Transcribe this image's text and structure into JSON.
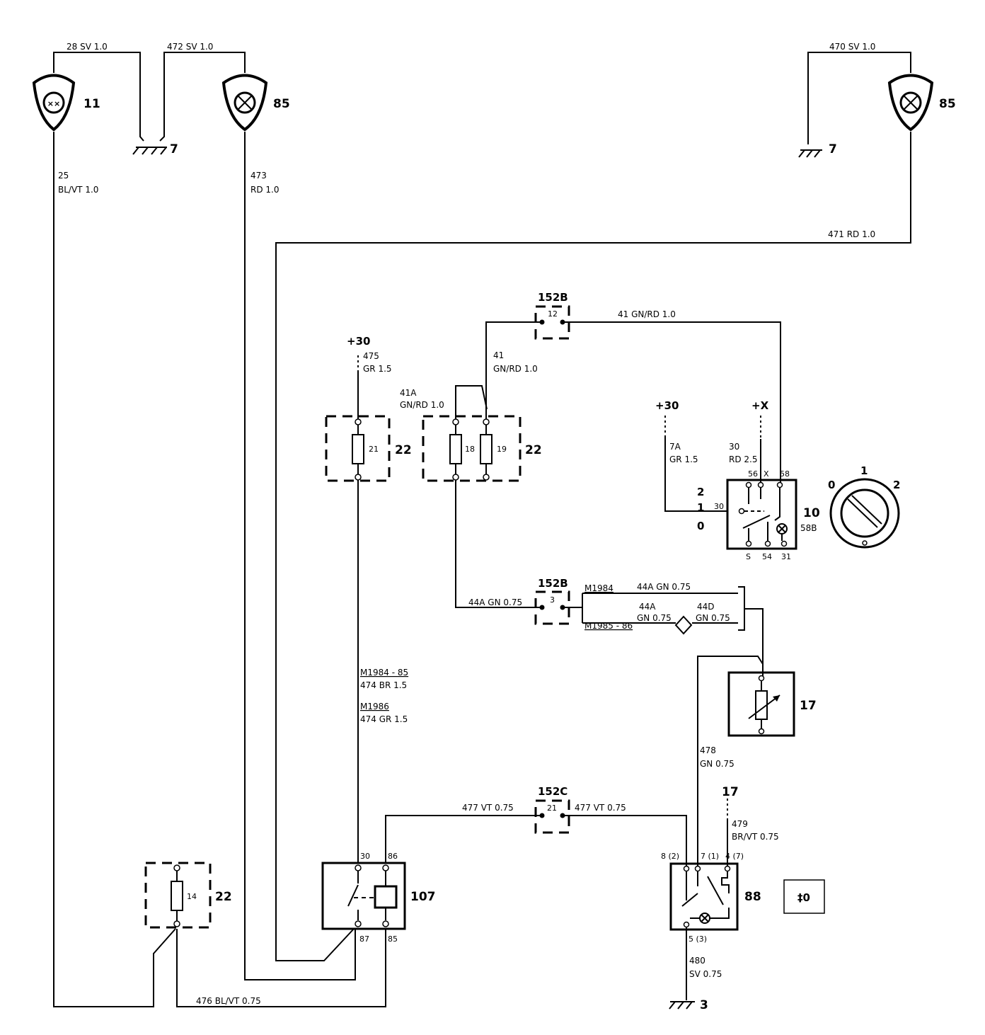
{
  "components": {
    "lamp_rear_fog": "11",
    "lamp_fog_left": "85",
    "lamp_fog_right": "85",
    "ground_left": "7",
    "ground_right": "7",
    "ground_bottom": "3",
    "fuse_box_21": "22",
    "fuse_box_18_19": "22",
    "fuse_box_14": "22",
    "relay": "107",
    "light_switch": "10",
    "light_switch_sub": "58B",
    "rheostat": "17",
    "rheostat_ref": "17",
    "fog_switch": "88",
    "connector_top": "152B",
    "connector_mid": "152B",
    "connector_bottom": "152C"
  },
  "fuses": {
    "f21": "21",
    "f18": "18",
    "f19": "19",
    "f14": "14"
  },
  "connector_pins": {
    "c12": "12",
    "c3": "3",
    "c21": "21"
  },
  "supply": {
    "p30_a": "+30",
    "p30_b": "+30",
    "px": "+X"
  },
  "wires": {
    "w28": "28  SV  1.0",
    "w472": "472  SV  1.0",
    "w470": "470  SV  1.0",
    "w25_a": "25",
    "w25_b": "BL/VT  1.0",
    "w473_a": "473",
    "w473_b": "RD  1.0",
    "w471": "471  RD  1.0",
    "w41_top": "41  GN/RD  1.0",
    "w41_a": "41",
    "w41_b": "GN/RD  1.0",
    "w41a_a": "41A",
    "w41a_b": "GN/RD 1.0",
    "w475_a": "475",
    "w475_b": "GR 1.5",
    "w7a_a": "7A",
    "w7a_b": "GR 1.5",
    "w30_a": "30",
    "w30_b": "RD 2.5",
    "w44a_left": "44A  GN  0.75",
    "m1984": "M1984",
    "w44a_top": "44A  GN  0.75",
    "w44a_b1": "44A",
    "w44a_b2": "GN  0.75",
    "w44d_a": "44D",
    "w44d_b": "GN  0.75",
    "m1985": "M1985 - 86",
    "m1984_85": "M1984 - 85",
    "w474br": "474  BR  1.5",
    "m1986": "M1986",
    "w474gr": "474  GR  1.5",
    "w477_left": "477  VT  0.75",
    "w477_right": "477  VT  0.75",
    "w478_a": "478",
    "w478_b": "GN 0.75",
    "w479_a": "479",
    "w479_b": "BR/VT  0.75",
    "w480_a": "480",
    "w480_b": "SV  0.75",
    "w476": "476  BL/VT  0.75"
  },
  "switch_positions": {
    "left_2": "2",
    "left_1": "1",
    "left_0": "0",
    "knob_0": "0",
    "knob_1": "1",
    "knob_2": "2"
  },
  "switch_terminals": {
    "t30": "30",
    "t56": "56",
    "tx": "X",
    "t58": "58",
    "ts": "S",
    "t54": "54",
    "t31": "31"
  },
  "relay_terminals": {
    "t30": "30",
    "t86": "86",
    "t87": "87",
    "t85": "85"
  },
  "fog_switch_terminals": {
    "t8": "8 (2)",
    "t7": "7 (1)",
    "t4": "4 (7)",
    "t5": "5 (3)"
  },
  "fog_symbol": "‡0"
}
